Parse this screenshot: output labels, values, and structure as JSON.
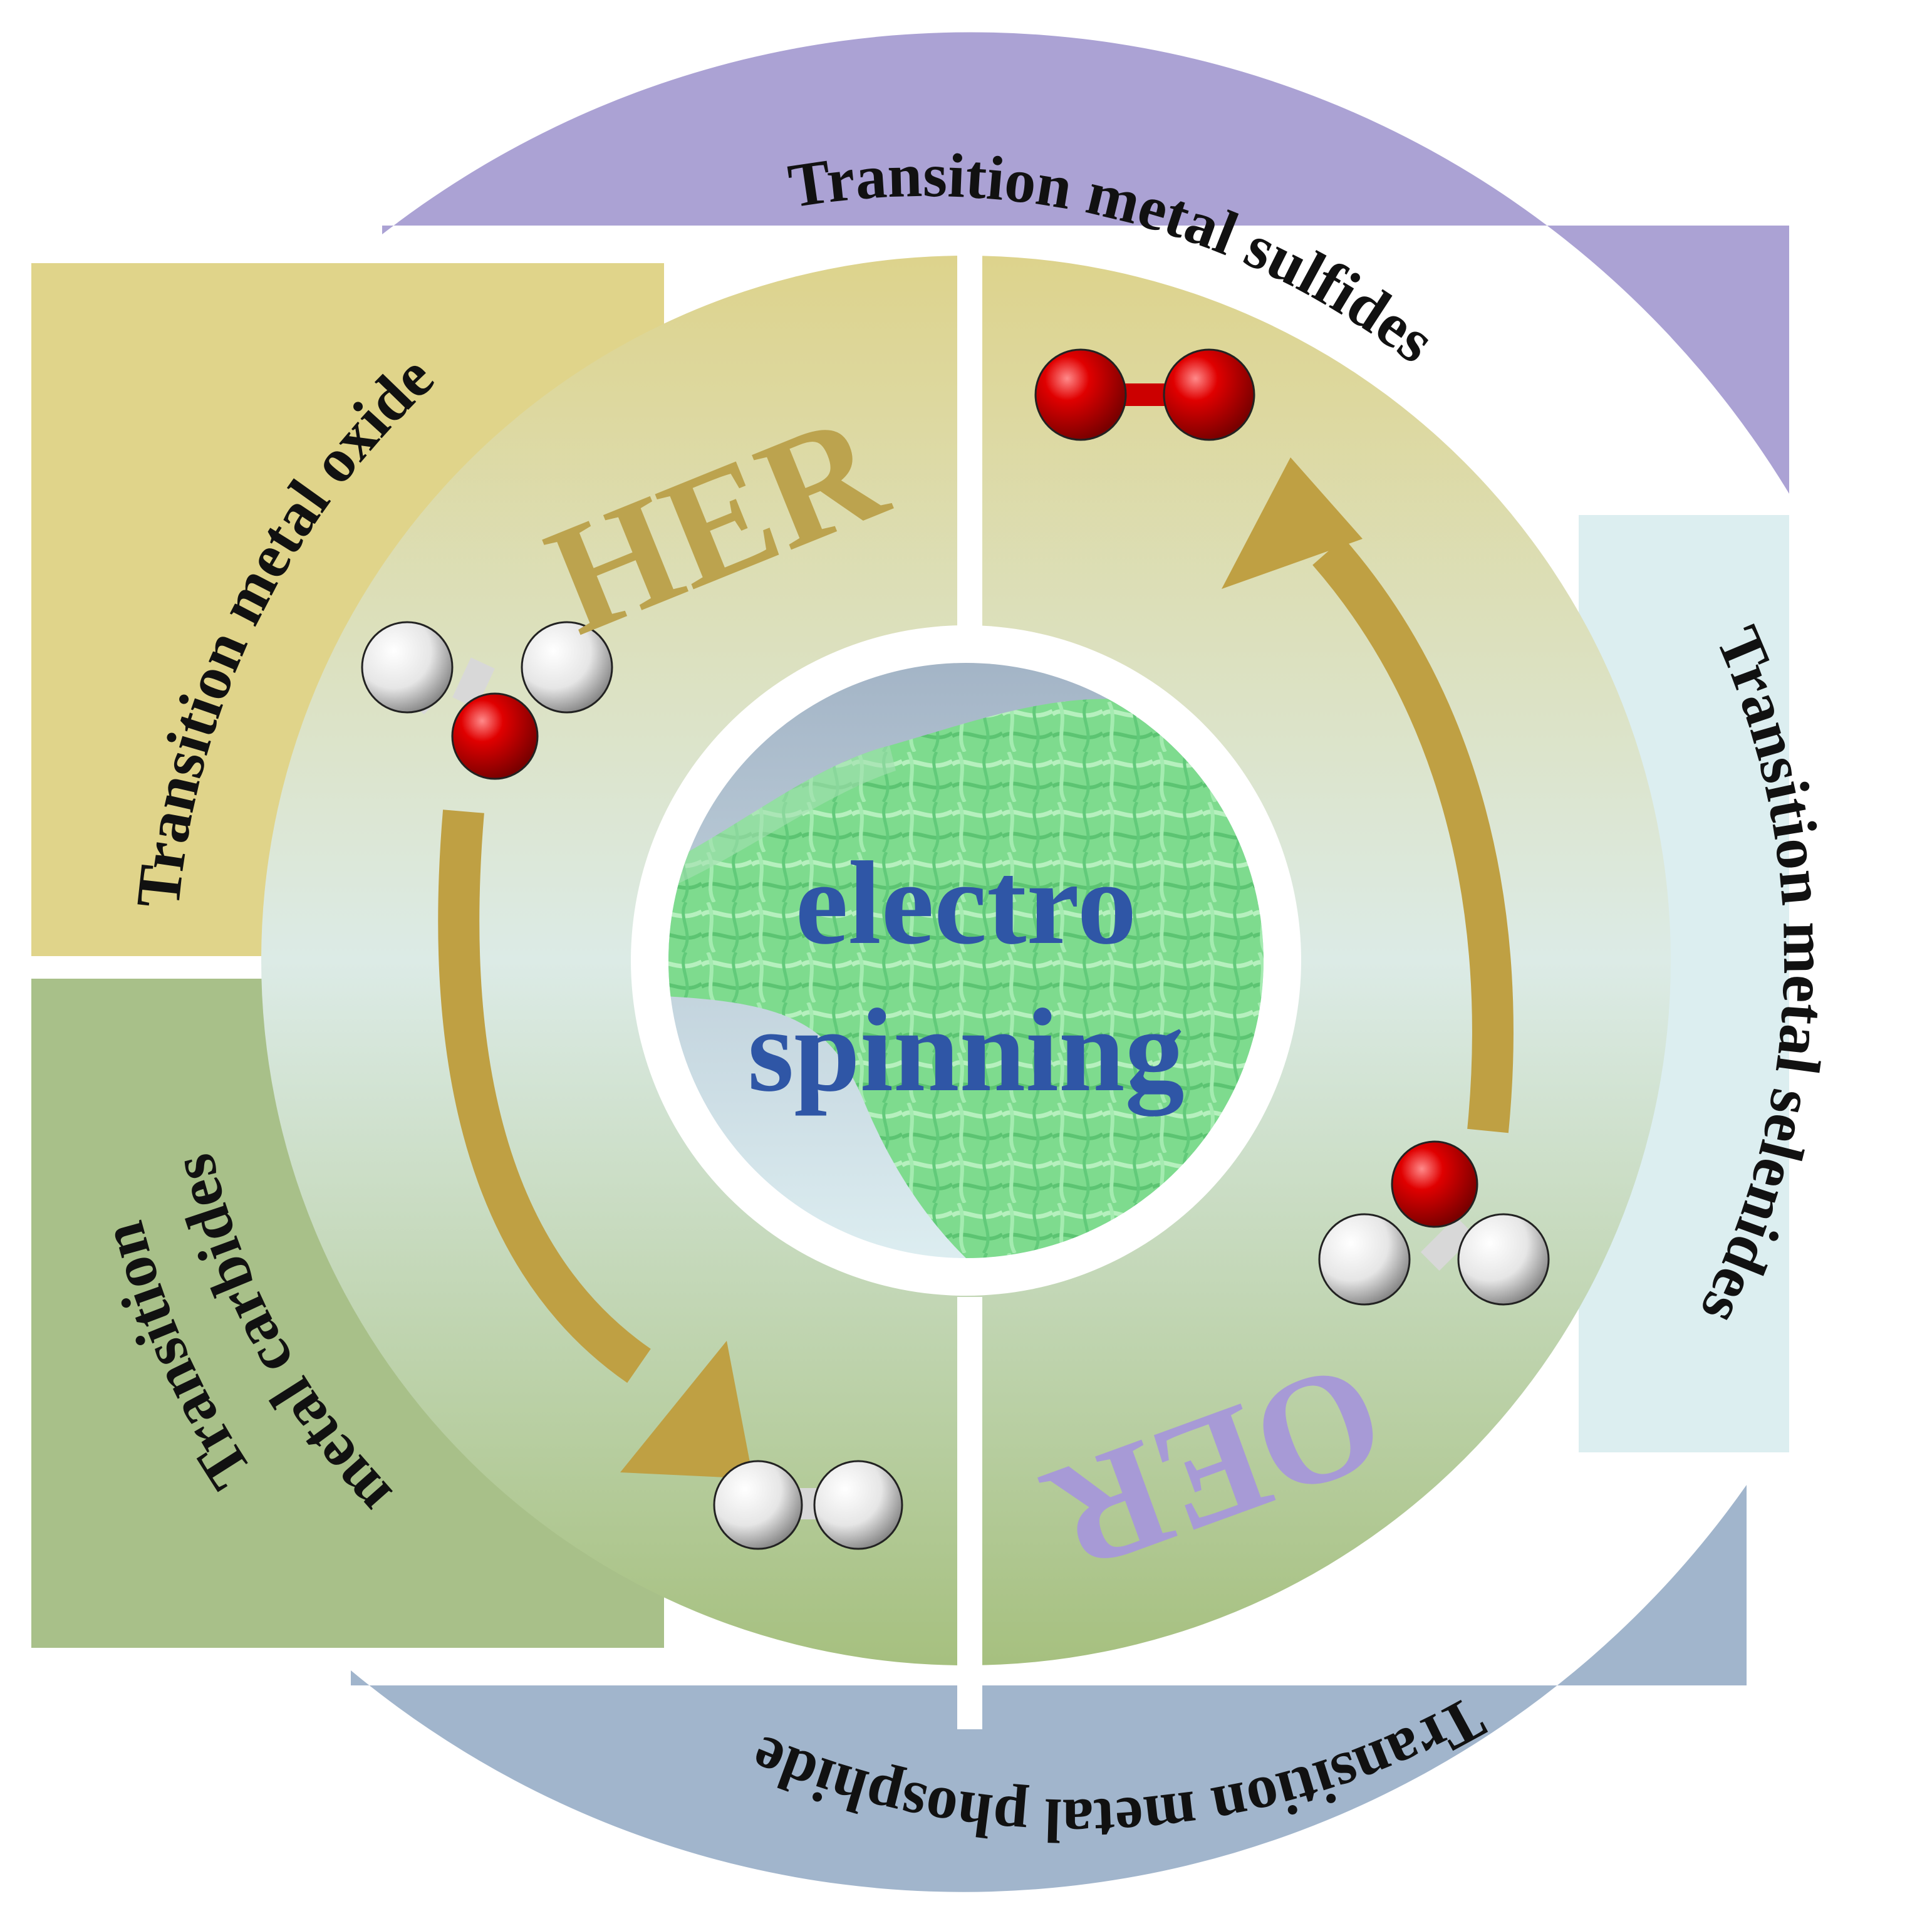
{
  "outer_ring": {
    "sulfides": {
      "label": "Transition metal sulfides",
      "color": "#ABA2D4"
    },
    "selenides": {
      "label": "Transition metal selenides",
      "color": "#DCEEF0"
    },
    "phosphide": {
      "label": "Transition metal phosphide",
      "color": "#A1B5CC"
    },
    "carbides": {
      "line1": "Transition",
      "line2": "metal carbides",
      "color": "#A8C089"
    },
    "oxide": {
      "label": "Transition metal oxide",
      "color": "#E0D48A"
    }
  },
  "reactions": {
    "her": {
      "label": "HER",
      "color": "#BCA34E"
    },
    "oer": {
      "label": "OER",
      "color": "#A79AD6"
    },
    "arrow_color": "#BFA043"
  },
  "center": {
    "line1": "electro",
    "line2": "spinning",
    "text_color": "#2F56A6"
  },
  "molecules": [
    {
      "name": "water-molecule-her-icon"
    },
    {
      "name": "hydrogen-molecule-icon"
    },
    {
      "name": "oxygen-molecule-icon"
    },
    {
      "name": "water-molecule-oer-icon"
    }
  ]
}
